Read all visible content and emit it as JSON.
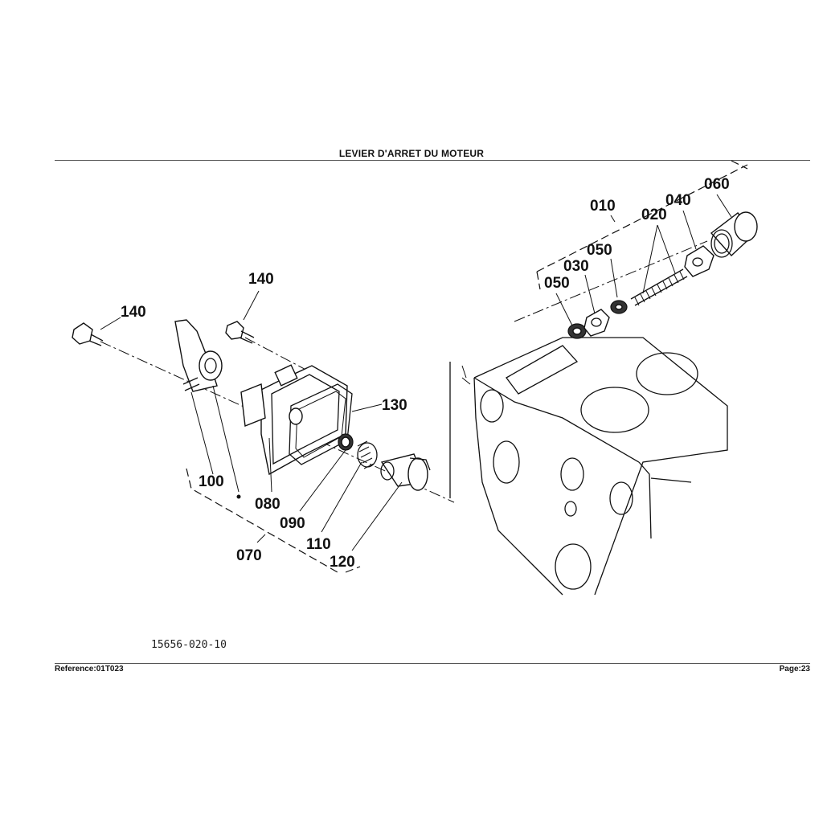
{
  "header": {
    "title": "LEVIER D'ARRET DU MOTEUR"
  },
  "footer": {
    "reference": "Reference:01T023",
    "page": "Page:23"
  },
  "drawing_code": "15656-020-10",
  "callouts": [
    {
      "id": "010",
      "label": "010"
    },
    {
      "id": "020",
      "label": "020"
    },
    {
      "id": "030",
      "label": "030"
    },
    {
      "id": "040",
      "label": "040"
    },
    {
      "id": "050a",
      "label": "050"
    },
    {
      "id": "050b",
      "label": "050"
    },
    {
      "id": "060",
      "label": "060"
    },
    {
      "id": "070",
      "label": "070"
    },
    {
      "id": "080",
      "label": "080"
    },
    {
      "id": "090",
      "label": "090"
    },
    {
      "id": "100",
      "label": "100"
    },
    {
      "id": "110",
      "label": "110"
    },
    {
      "id": "120",
      "label": "120"
    },
    {
      "id": "130",
      "label": "130"
    },
    {
      "id": "140a",
      "label": "140"
    },
    {
      "id": "140b",
      "label": "140"
    }
  ]
}
